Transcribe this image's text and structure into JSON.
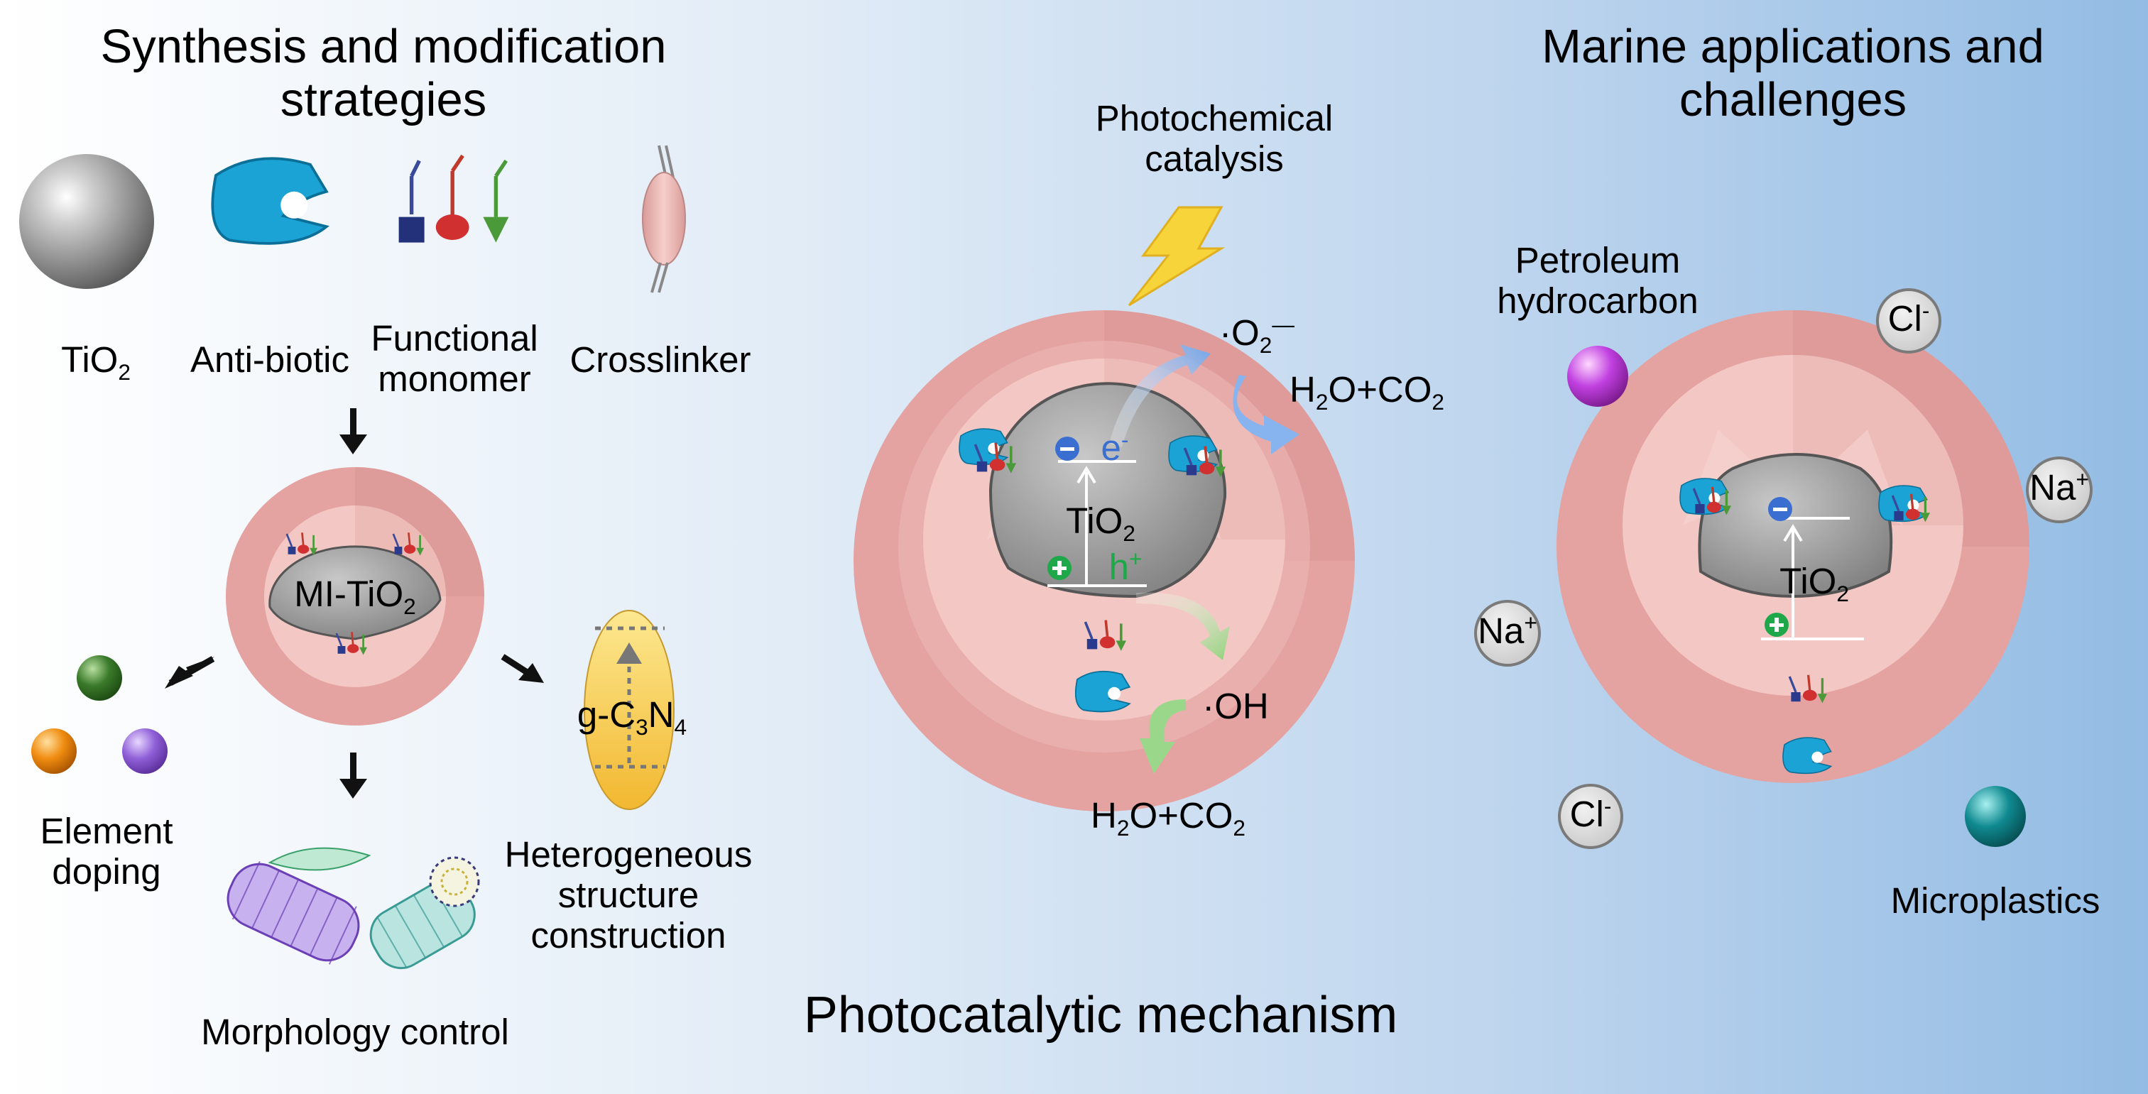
{
  "sections": {
    "left_title": [
      "Synthesis and modification",
      "strategies"
    ],
    "right_title": [
      "Marine applications and",
      "challenges"
    ],
    "bottom_title": "Photocatalytic mechanism"
  },
  "left": {
    "tio2": {
      "base": "TiO",
      "sub": "2"
    },
    "antibiotic": "Anti-biotic",
    "functional_monomer": [
      "Functional",
      "monomer"
    ],
    "crosslinker": "Crosslinker",
    "mi_tio2": {
      "base": "MI-TiO",
      "sub": "2"
    },
    "g_c3n4": {
      "a": "g-C",
      "s1": "3",
      "b": "N",
      "s2": "4"
    },
    "element_doping": [
      "Element",
      "doping"
    ],
    "heterogeneous": [
      "Heterogeneous",
      "structure",
      "construction"
    ],
    "morphology": "Morphology control"
  },
  "middle": {
    "photochemical": [
      "Photochemical",
      "catalysis"
    ],
    "superoxide": {
      "base": "·O",
      "sub": "2",
      "sup": "—"
    },
    "h2o_co2_top": {
      "a": "H",
      "s": "2",
      "b": "O+CO",
      "s2": "2"
    },
    "electron": {
      "base": "e",
      "sup": "-"
    },
    "tio2": {
      "base": "TiO",
      "sub": "2"
    },
    "hole": {
      "base": "h",
      "sup": "+"
    },
    "hydroxyl": "·OH",
    "h2o_co2_bottom": {
      "a": "H",
      "s": "2",
      "b": "O+CO",
      "s2": "2"
    }
  },
  "right": {
    "petroleum": [
      "Petroleum",
      "hydrocarbon"
    ],
    "cl_top": {
      "base": "Cl",
      "sup": "-"
    },
    "na_right": {
      "base": "Na",
      "sup": "+"
    },
    "na_left": {
      "base": "Na",
      "sup": "+"
    },
    "cl_bottom": {
      "base": "Cl",
      "sup": "-"
    },
    "tio2": {
      "base": "TiO",
      "sub": "2"
    },
    "microplastics": "Microplastics"
  },
  "colors": {
    "bg_left": "#ffffff",
    "bg_right": "#93bce4",
    "shell_outer": "#e4a3a1",
    "shell_inner": "#f3c7c3",
    "core_gray": "#9c9c9c",
    "electron_blue": "#3a6fd1",
    "hole_green": "#1fa84a",
    "antibiotic_blue": "#1aa3d4",
    "lightning_yellow": "#f6d43a",
    "gc3n4_yellow": "#f6cd55",
    "dopant_green": "#3a7a2a",
    "dopant_orange": "#f08c10",
    "dopant_purple": "#9060d8",
    "petroleum_magenta": "#c040e0",
    "microplastic_teal": "#0f8a90"
  },
  "icons": [
    "tio2-sphere-icon",
    "antibiotic-icon",
    "functional-monomer-icon",
    "crosslinker-icon",
    "down-arrow-icon",
    "lightning-icon",
    "curved-arrow-icon",
    "carbon-nanotube-icon",
    "fullerene-icon",
    "dopant-sphere-icon",
    "ion-bubble-icon"
  ]
}
